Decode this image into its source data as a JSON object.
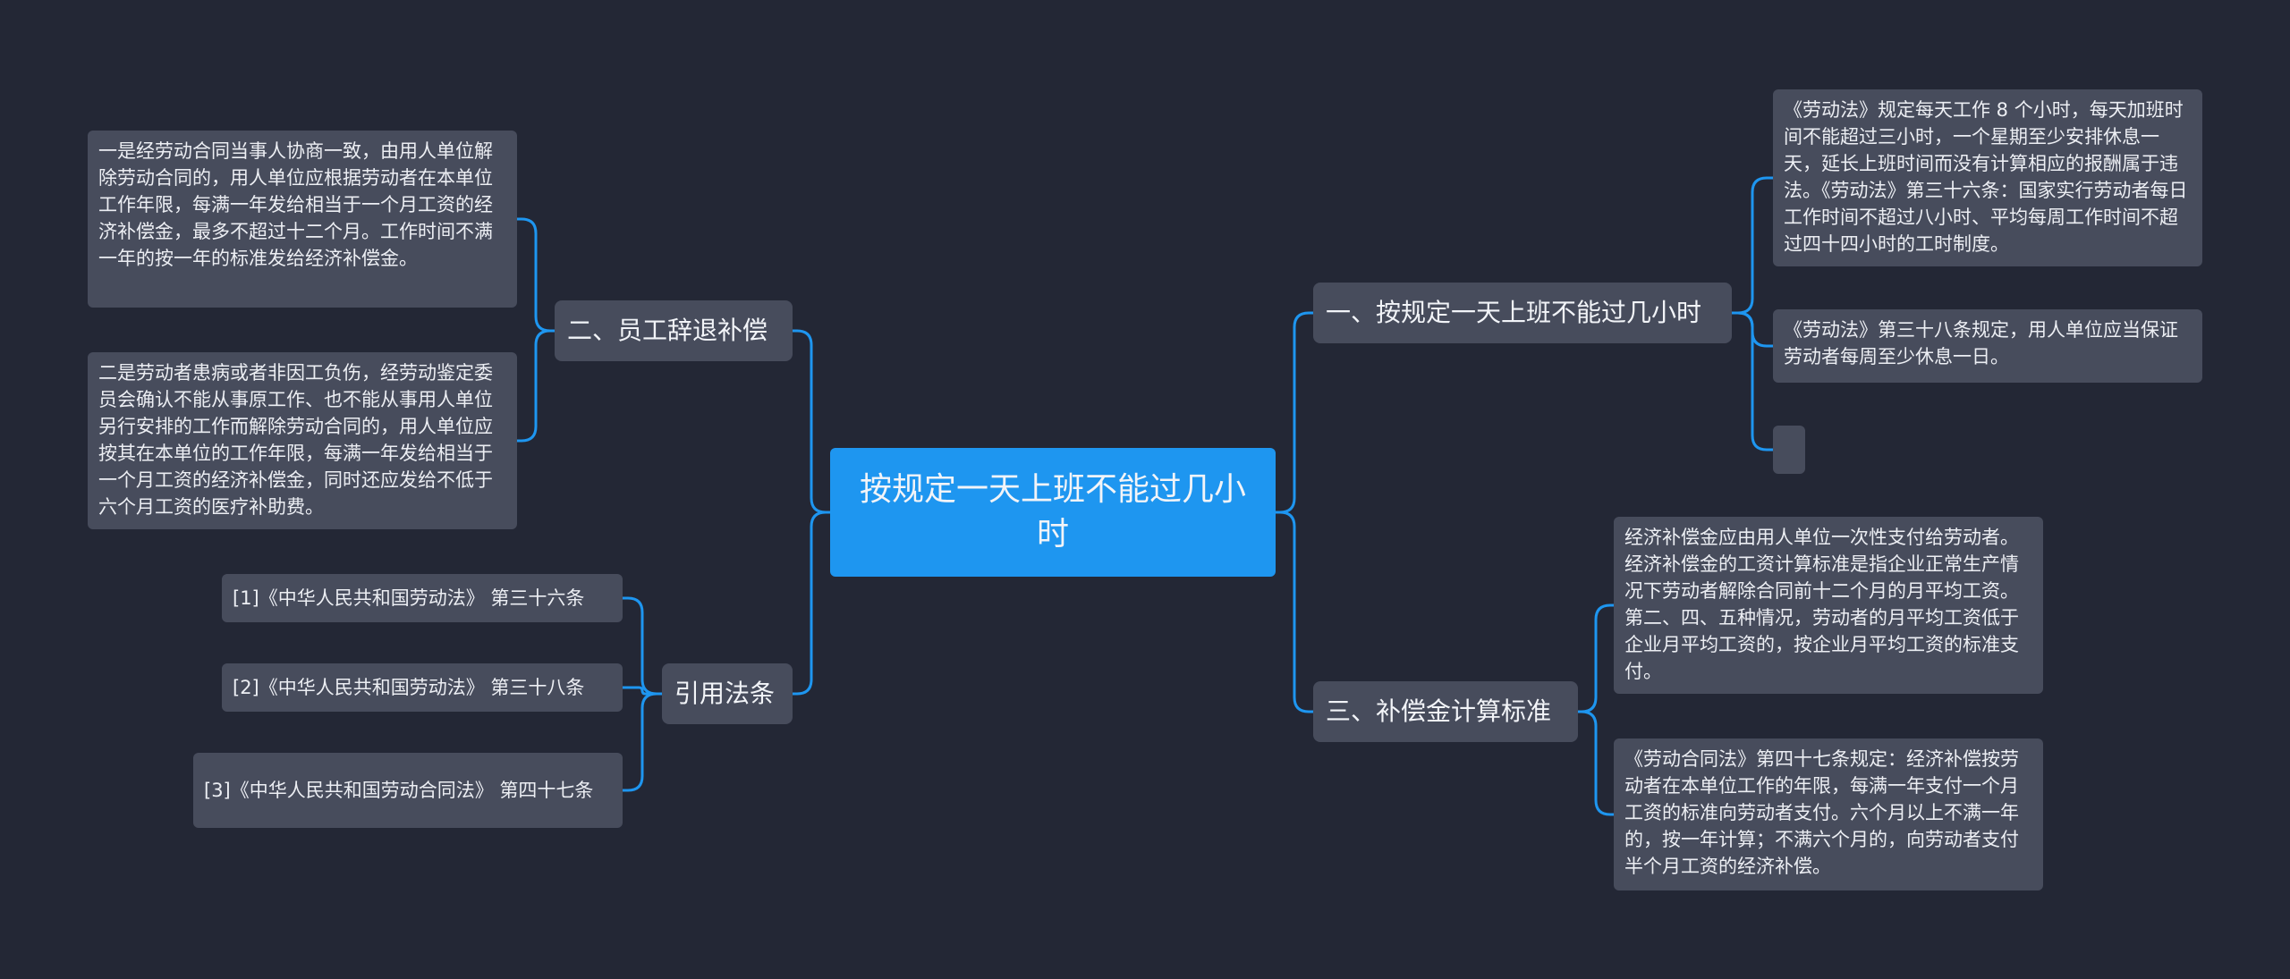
{
  "root": {
    "label": "按规定一天上班不能过几小时"
  },
  "branches": {
    "b1": {
      "label": "一、按规定一天上班不能过几小时"
    },
    "b2": {
      "label": "二、员工辞退补偿"
    },
    "b3": {
      "label": "三、补偿金计算标准"
    },
    "b4": {
      "label": "引用法条"
    }
  },
  "leaves": {
    "l1": "《劳动法》规定每天工作 8 个小时，每天加班时间不能超过三小时，一个星期至少安排休息一天，延长上班时间而没有计算相应的报酬属于违法。《劳动法》第三十六条：国家实行劳动者每日工作时间不超过八小时、平均每周工作时间不超过四十四小时的工时制度。",
    "l2": "《劳动法》第三十八条规定，用人单位应当保证劳动者每周至少休息一日。",
    "l3": "",
    "l4": "一是经劳动合同当事人协商一致，由用人单位解除劳动合同的，用人单位应根据劳动者在本单位工作年限，每满一年发给相当于一个月工资的经济补偿金，最多不超过十二个月。工作时间不满一年的按一年的标准发给经济补偿金。",
    "l5": "二是劳动者患病或者非因工负伤，经劳动鉴定委员会确认不能从事原工作、也不能从事用人单位另行安排的工作而解除劳动合同的，用人单位应按其在本单位的工作年限，每满一年发给相当于一个月工资的经济补偿金，同时还应发给不低于六个月工资的医疗补助费。",
    "l6": "经济补偿金应由用人单位一次性支付给劳动者。经济补偿金的工资计算标准是指企业正常生产情况下劳动者解除合同前十二个月的月平均工资。第二、四、五种情况，劳动者的月平均工资低于企业月平均工资的，按企业月平均工资的标准支付。",
    "l7": "《劳动合同法》第四十七条规定：经济补偿按劳动者在本单位工作的年限，每满一年支付一个月工资的标准向劳动者支付。六个月以上不满一年的，按一年计算；不满六个月的，向劳动者支付半个月工资的经济补偿。",
    "r1": "[1]《中华人民共和国劳动法》 第三十六条",
    "r2": "[2]《中华人民共和国劳动法》 第三十八条",
    "r3": "[3]《中华人民共和国劳动合同法》 第四十七条"
  },
  "colors": {
    "background": "#232735",
    "root": "#1e96f0",
    "node": "#474c5c",
    "connector": "#1e96f0"
  }
}
